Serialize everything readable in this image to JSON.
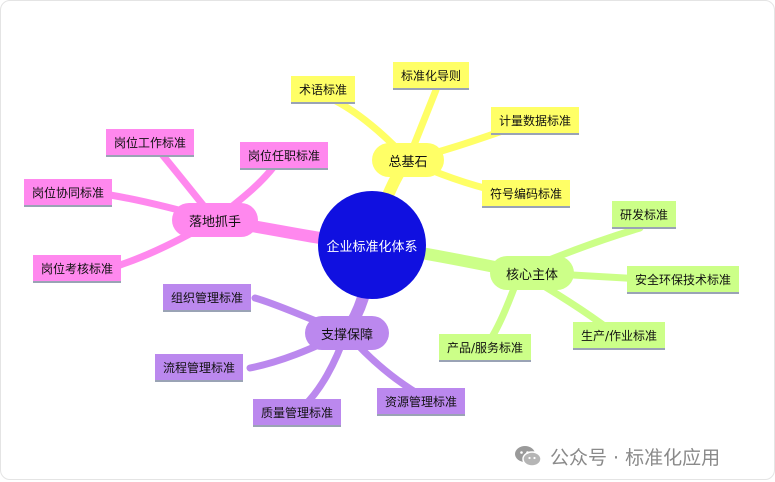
{
  "colors": {
    "center": "#1010e0",
    "yellow": "#ffff66",
    "green": "#ccff88",
    "purple": "#bb88ee",
    "magenta": "#ff88ee"
  },
  "center": "企业标准化体系",
  "branches": {
    "foundation": {
      "label": "总基石",
      "leaves": [
        "术语标准",
        "标准化导则",
        "计量数据标准",
        "符号编码标准"
      ]
    },
    "core": {
      "label": "核心主体",
      "leaves": [
        "研发标准",
        "安全环保技术标准",
        "生产/作业标准",
        "产品/服务标准"
      ]
    },
    "support": {
      "label": "支撑保障",
      "leaves": [
        "组织管理标准",
        "流程管理标准",
        "质量管理标准",
        "资源管理标准"
      ]
    },
    "landing": {
      "label": "落地抓手",
      "leaves": [
        "岗位工作标准",
        "岗位任职标准",
        "岗位协同标准",
        "岗位考核标准"
      ]
    }
  },
  "watermark": {
    "icon": "wechat-icon",
    "text": "公众号 · 标准化应用"
  }
}
